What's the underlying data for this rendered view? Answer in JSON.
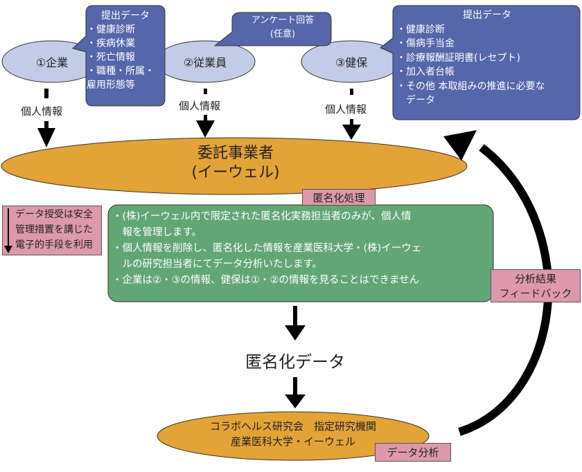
{
  "colors": {
    "party_ellipse": "#c3cce6",
    "callout": "#5566aa",
    "contractor_ellipse": "#e3a336",
    "green_box": "#63a676",
    "pink_label": "#dd99ab",
    "arrow": "#000000"
  },
  "parties": [
    {
      "label": "①企業"
    },
    {
      "label": "②従業員"
    },
    {
      "label": "③健保"
    }
  ],
  "callouts": {
    "company": {
      "title": "提出データ",
      "items": [
        "・健康診断",
        "・疾病休業",
        "・死亡情報",
        "・職種・所属・",
        "雇用形態等"
      ]
    },
    "employee": {
      "lines": [
        "アンケート回答",
        "(任意)"
      ]
    },
    "insurer": {
      "title": "提出データ",
      "items": [
        "・健康診断",
        "・傷病手当金",
        "・診療報酬証明書(レセプト)",
        "・加入者台帳",
        "・その他 本取組みの推進に必要な",
        "　データ"
      ]
    }
  },
  "flow_labels": {
    "personal_info": "個人情報"
  },
  "contractor": {
    "line1": "委託事業者",
    "line2": "(イーウェル)"
  },
  "anonymization_label": "匿名化処理",
  "secure_transfer_note": [
    "データ授受は安全",
    "管理措置を講じた",
    "電子的手段を利用"
  ],
  "policy_box": {
    "lines": [
      "・(株)イーウェル内で限定された匿名化実務担当者のみが、個人情",
      "　報を管理します。",
      "・個人情報を削除し、匿名化した情報を産業医科大学・(株)イーウェ",
      "　ルの研究担当者にてデータ分析いたします。",
      "・企業は②・③の情報、健保は①・②の情報を見ることはできません"
    ]
  },
  "anonymized_data": "匿名化データ",
  "research": {
    "line1": "コラボヘルス研究会　指定研究機関",
    "line2": "産業医科大学・イーウェル"
  },
  "data_analysis_label": "データ分析",
  "feedback_label": [
    "分析結果",
    "フィードバック"
  ]
}
